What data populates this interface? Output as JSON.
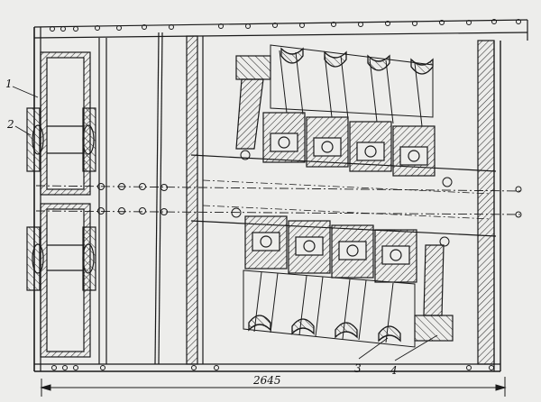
{
  "labels": {
    "part1": "1",
    "part2": "2",
    "part3": "3",
    "part4": "4",
    "overall_dimension": "2645"
  },
  "colors": {
    "ink": "#1a1a1a",
    "paper": "#ededeb",
    "hatch": "#3a3a3a"
  }
}
